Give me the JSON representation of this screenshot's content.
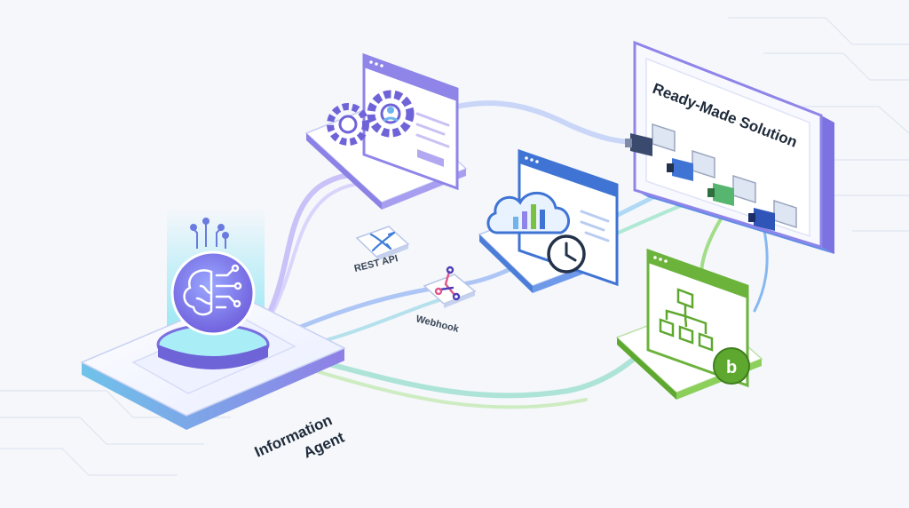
{
  "nodes": {
    "agent": {
      "label_line1": "Information",
      "label_line2": "Agent",
      "icon": "ai-brain-icon"
    },
    "settings_window": {
      "icon": "gear-icon"
    },
    "cloud_dashboard": {
      "icon": "cloud-analytics-icon"
    },
    "ready_made": {
      "label": "Ready-Made Solution"
    },
    "workflow_window": {
      "icon": "flowchart-icon",
      "badge_letter": "b"
    }
  },
  "connectors": {
    "rest_api": {
      "label": "REST API",
      "icon": "exchange-arrows-icon"
    },
    "webhook": {
      "label": "Webhook",
      "icon": "webhook-icon"
    }
  },
  "colors": {
    "purple": "#8b7ee8",
    "blue": "#5b8ff0",
    "teal": "#56c9c0",
    "green": "#79c141",
    "dark_text": "#1e2a3a"
  }
}
